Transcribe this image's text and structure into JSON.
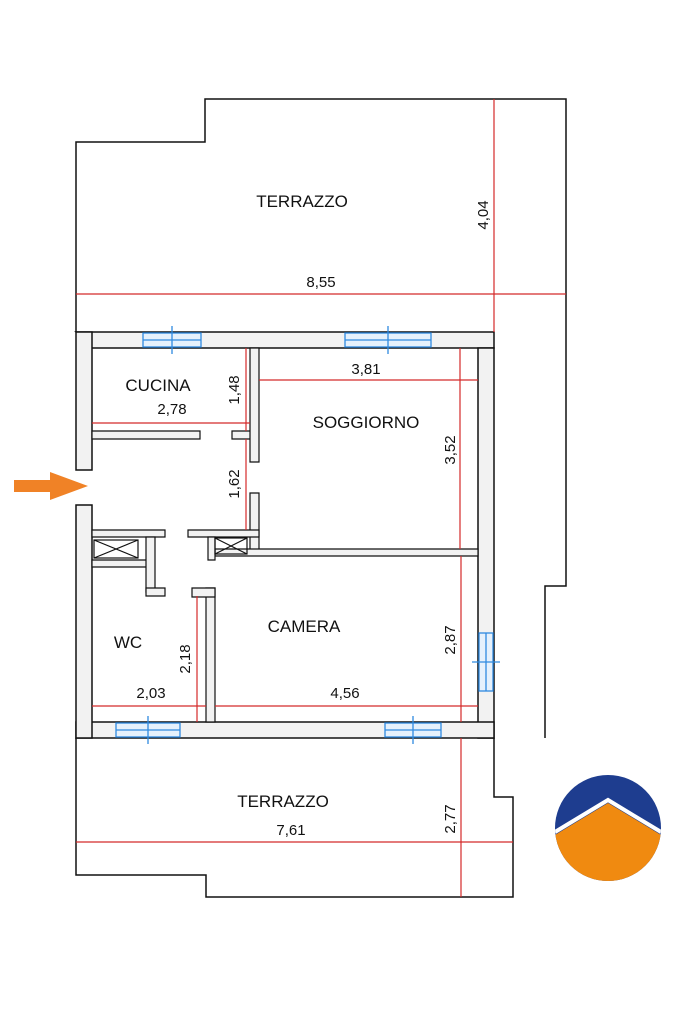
{
  "rooms": {
    "terrace_top": "TERRAZZO",
    "kitchen": "CUCINA",
    "living": "SOGGIORNO",
    "bedroom": "CAMERA",
    "wc": "WC",
    "terrace_bottom": "TERRAZZO"
  },
  "dimensions": {
    "terrace_top_height": "4,04",
    "terrace_top_width": "8,55",
    "kitchen_width": "2,78",
    "kitchen_height": "1,48",
    "living_width": "3,81",
    "living_height": "3,52",
    "hall_height": "1,62",
    "bedroom_height": "2,87",
    "bedroom_width": "4,56",
    "wc_height": "2,18",
    "wc_width": "2,03",
    "terrace_bottom_height": "2,77",
    "terrace_bottom_width": "7,61"
  },
  "colors": {
    "wall": "#111111",
    "wall_fill": "#f2f2f2",
    "dimension_line": "#d42a2a",
    "window": "#2f8ae0",
    "entrance_arrow": "#f08226",
    "logo_blue": "#1e3d8f",
    "logo_orange": "#f08a10"
  },
  "icons": {
    "entrance": "entrance-arrow-icon",
    "logo": "agency-logo-icon"
  }
}
